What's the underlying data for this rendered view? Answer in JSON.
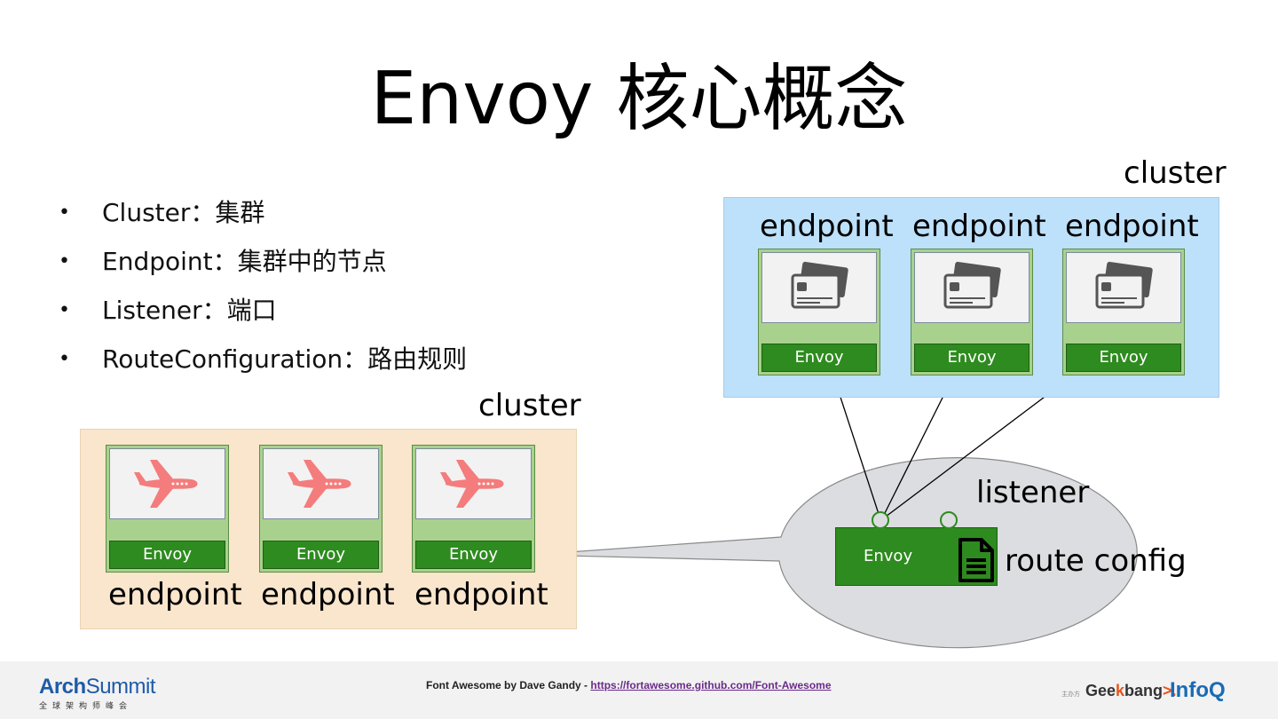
{
  "slide": {
    "title": "Envoy 核心概念",
    "bullets": [
      {
        "text": "Cluster：集群"
      },
      {
        "text": "Endpoint：集群中的节点"
      },
      {
        "text": "Listener：端口"
      },
      {
        "text": "RouteConfiguration：路由规则"
      }
    ]
  },
  "diagram": {
    "top_cluster": {
      "label": "cluster",
      "color": "#bde0fb",
      "endpoint_label": "endpoint",
      "icon": "credit-card-icon",
      "nodes": [
        {
          "endpoint": "endpoint",
          "envoy": "Envoy"
        },
        {
          "endpoint": "endpoint",
          "envoy": "Envoy"
        },
        {
          "endpoint": "endpoint",
          "envoy": "Envoy"
        }
      ]
    },
    "bottom_cluster": {
      "label": "cluster",
      "color": "#f9e6cc",
      "icon": "plane-icon",
      "icon_color": "#f47c7c",
      "nodes": [
        {
          "endpoint": "endpoint",
          "envoy": "Envoy"
        },
        {
          "endpoint": "endpoint",
          "envoy": "Envoy"
        },
        {
          "endpoint": "endpoint",
          "envoy": "Envoy"
        }
      ]
    },
    "listener": {
      "label": "listener",
      "envoy": "Envoy",
      "route_config": "route config",
      "icon": "file-icon",
      "color": "#dcdde0"
    }
  },
  "footer": {
    "credit_prefix": "Font Awesome by Dave Gandy - ",
    "credit_link": "https://fortawesome.github.com/Font-Awesome",
    "logo_arch": "Arch",
    "logo_summit": "Summit",
    "logo_arch_sub": "全球架构师峰会",
    "logo_geek_small": "主办方",
    "logo_geek_a": "Gee",
    "logo_geek_b": "k",
    "logo_geek_c": "bang",
    "logo_geek_d": ">.",
    "logo_info": "InfoQ"
  }
}
